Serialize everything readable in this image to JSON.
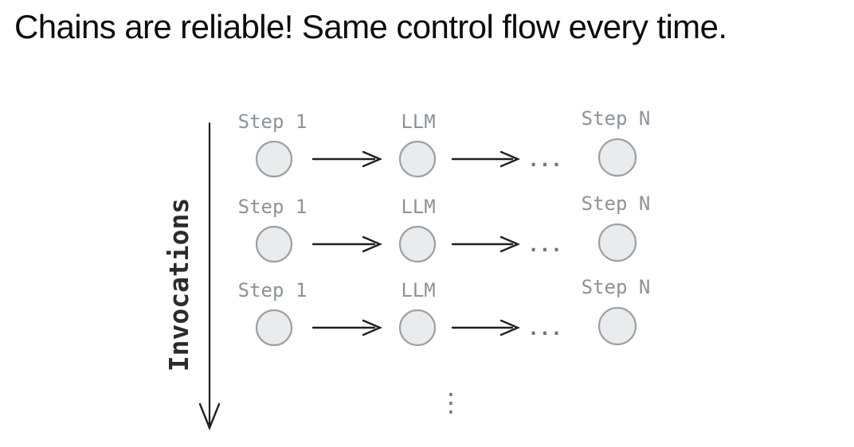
{
  "title": "Chains are reliable! Same control flow every time.",
  "diagram": {
    "axis_label": "Invocations",
    "rows": [
      {
        "labels": [
          "Step 1",
          "LLM",
          "Step N"
        ]
      },
      {
        "labels": [
          "Step 1",
          "LLM",
          "Step N"
        ]
      },
      {
        "labels": [
          "Step 1",
          "LLM",
          "Step N"
        ]
      }
    ],
    "horizontal_ellipsis": "...",
    "vertical_ellipsis": "⋮"
  },
  "colors": {
    "background": "#ffffff",
    "title_text": "#0c0c0c",
    "label_text": "#8b939b",
    "node_fill": "#e9ebed",
    "node_stroke": "#9aa1a7",
    "arrow": "#1f1f1f",
    "axis_text": "#2b2b2b",
    "ellipsis": "#70767c"
  }
}
